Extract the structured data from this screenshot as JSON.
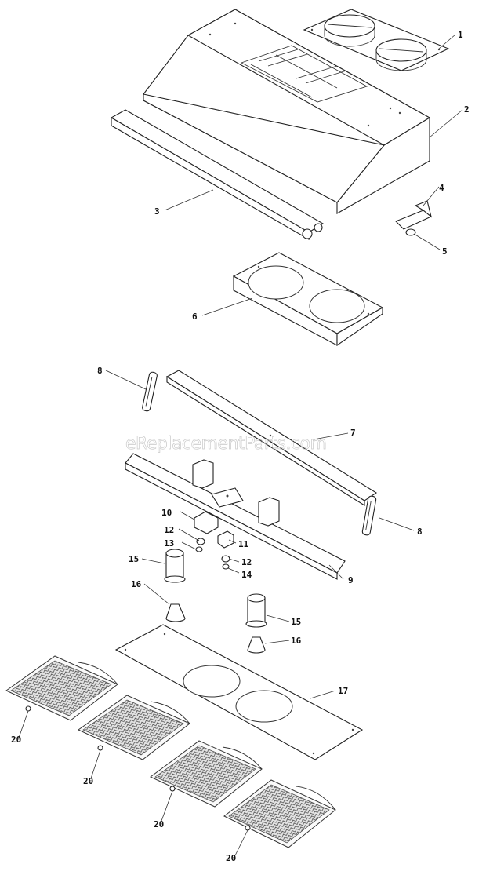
{
  "watermark": "eReplacementParts.com",
  "callouts": [
    "1",
    "2",
    "3",
    "4",
    "5",
    "6",
    "7",
    "8",
    "8",
    "9",
    "10",
    "11",
    "12",
    "12",
    "13",
    "14",
    "15",
    "15",
    "16",
    "16",
    "17",
    "20",
    "20",
    "20",
    "20"
  ]
}
